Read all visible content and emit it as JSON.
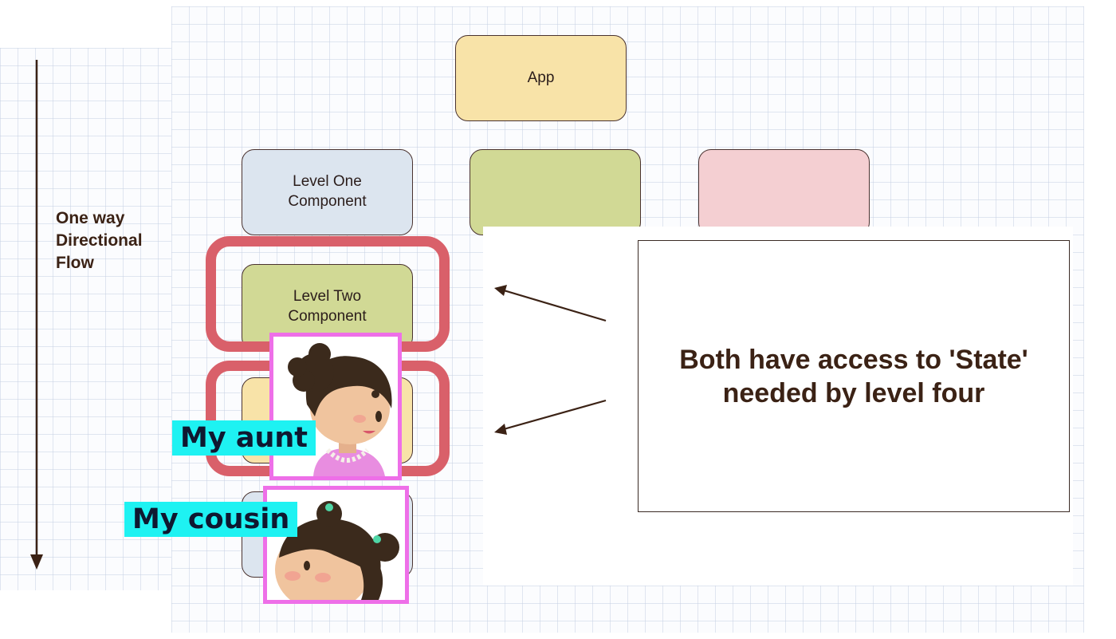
{
  "diagram": {
    "nodes": {
      "app": "App",
      "level_one": "Level One\nComponent",
      "level_one_sibling": "",
      "level_one_sibling_2": "",
      "level_two": "Level Two\nComponent",
      "level_three": "",
      "level_four": ""
    },
    "flow_label": "One way\nDirectional\nFlow",
    "callout": "Both have access to 'State'\nneeded by level four",
    "tags": {
      "aunt": "My aunt",
      "cousin": "My cousin"
    },
    "colors": {
      "yellow": "#f8e3a8",
      "blue": "#dce5ef",
      "green": "#d1d995",
      "pink": "#f4cfd2",
      "highlight": "#d9606a",
      "photo_frame": "#ee6fe8",
      "tag_bg": "#1ef2f2"
    }
  }
}
